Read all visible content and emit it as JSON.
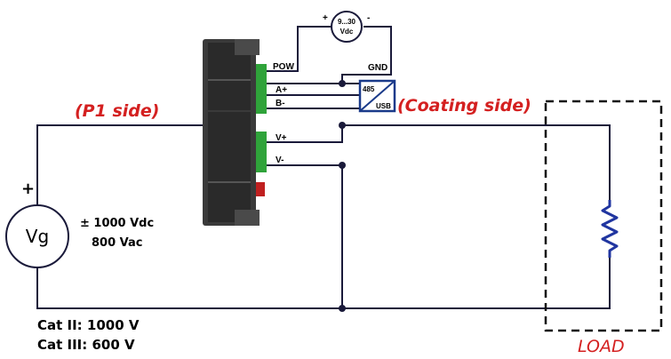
{
  "labels": {
    "p1_side": "(P1 side)",
    "coating_side": "(Coating side)",
    "load": "LOAD",
    "vg": "Vg",
    "plus": "+",
    "spec_dc": "± 1000 Vdc",
    "spec_ac": "800 Vac",
    "cat2": "Cat II: 1000 V",
    "cat3": "Cat III: 600 V"
  },
  "supply": {
    "range": "9...30",
    "unit": "Vdc",
    "plus": "+",
    "minus": "-"
  },
  "converter": {
    "top": "485",
    "bottom": "USB"
  },
  "pins": {
    "pow": "POW",
    "gnd": "GND",
    "a_plus": "A+",
    "b_minus": "B-",
    "v_plus": "V+",
    "v_minus": "V-"
  },
  "colors": {
    "wire": "#1a1a3a",
    "label_red": "#d42020",
    "module_body": "#3a3a3a",
    "terminal_green": "#2fa33a",
    "terminal_red": "#c02020",
    "converter_blue": "#1a3a8a",
    "resistor_blue": "#2035a0"
  }
}
